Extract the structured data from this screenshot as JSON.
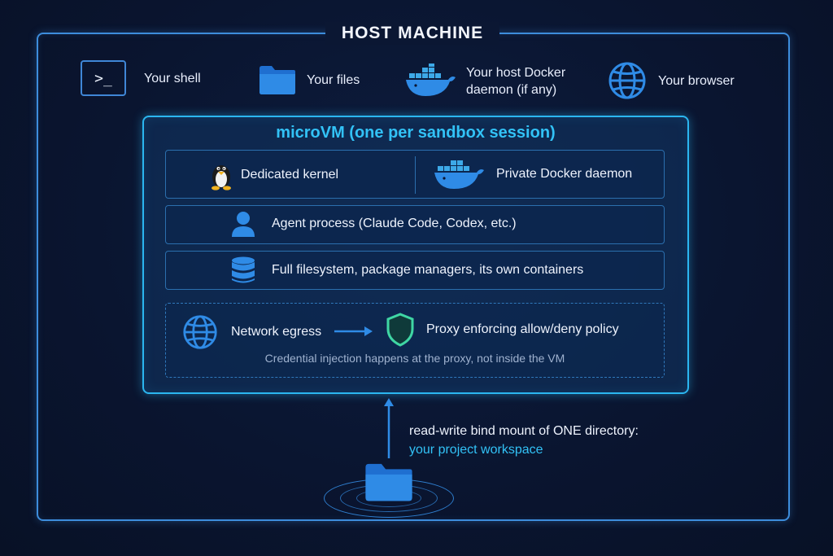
{
  "host": {
    "title": "HOST MACHINE",
    "items": [
      {
        "label": "Your shell",
        "icon": "terminal-icon",
        "glyph": ">_"
      },
      {
        "label": "Your files",
        "icon": "folder-icon"
      },
      {
        "label_line1": "Your host Docker",
        "label_line2": "daemon (if any)",
        "icon": "docker-whale-icon"
      },
      {
        "label": "Your browser",
        "icon": "globe-icon"
      }
    ]
  },
  "vm": {
    "title": "microVM (one per sandbox session)",
    "row1": {
      "left_label": "Dedicated kernel",
      "left_icon": "linux-penguin-icon",
      "right_label": "Private Docker daemon",
      "right_icon": "docker-whale-icon"
    },
    "row2": {
      "label": "Agent process (Claude Code, Codex, etc.)",
      "icon": "user-icon"
    },
    "row3": {
      "label": "Full filesystem, package managers, its own containers",
      "icon": "database-icon"
    },
    "network": {
      "egress_label": "Network egress",
      "egress_icon": "globe-icon",
      "arrow_icon": "arrow-right-icon",
      "proxy_label": "Proxy enforcing allow/deny policy",
      "proxy_icon": "shield-icon",
      "note": "Credential injection happens at the proxy, not inside the VM"
    }
  },
  "mount": {
    "line1": "read-write bind mount of ONE directory:",
    "line2": "your project workspace",
    "icon": "folder-icon",
    "arrow_icon": "arrow-up-icon"
  },
  "colors": {
    "background": "#0a1530",
    "host_border": "#3d8ddc",
    "vm_border": "#2bb6f0",
    "accent_cyan": "#32c2f6",
    "shield_green": "#3fd6a4",
    "icon_blue": "#2f8be6"
  }
}
